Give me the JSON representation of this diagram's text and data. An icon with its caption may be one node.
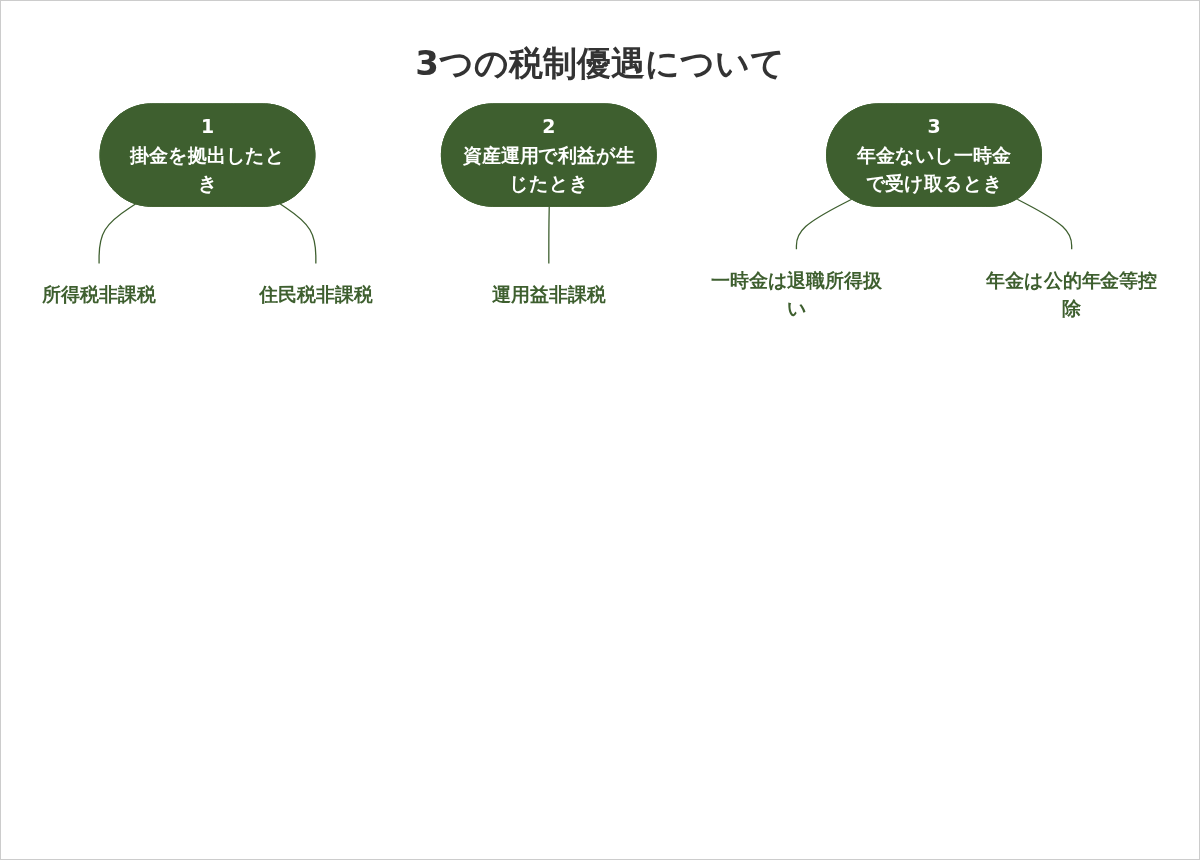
{
  "diagram": {
    "title": "3つの税制優遇について",
    "nodes": [
      {
        "text": [
          "1",
          "掛金を拠出したとき"
        ]
      },
      {
        "text": [
          "所得税非課税"
        ]
      },
      {
        "text": [
          "住民税非課税"
        ]
      },
      {
        "text": [
          "2",
          "資産運用で利益が生じたとき"
        ]
      },
      {
        "text": [
          "運用益非課税"
        ]
      },
      {
        "text": [
          "3",
          "年金ないし一時金で受け取るとき"
        ]
      },
      {
        "text": [
          "一時金は退職所得扱い"
        ]
      },
      {
        "text": [
          "年金は公的年金等控除"
        ]
      }
    ],
    "edges": [
      {
        "from": 0,
        "to": 1,
        "arrow": "none"
      },
      {
        "from": 0,
        "to": 2,
        "arrow": "none"
      },
      {
        "from": 3,
        "to": 4,
        "arrow": "none"
      },
      {
        "from": 5,
        "to": 6,
        "arrow": "none"
      },
      {
        "from": 5,
        "to": 7,
        "arrow": "none"
      }
    ]
  }
}
